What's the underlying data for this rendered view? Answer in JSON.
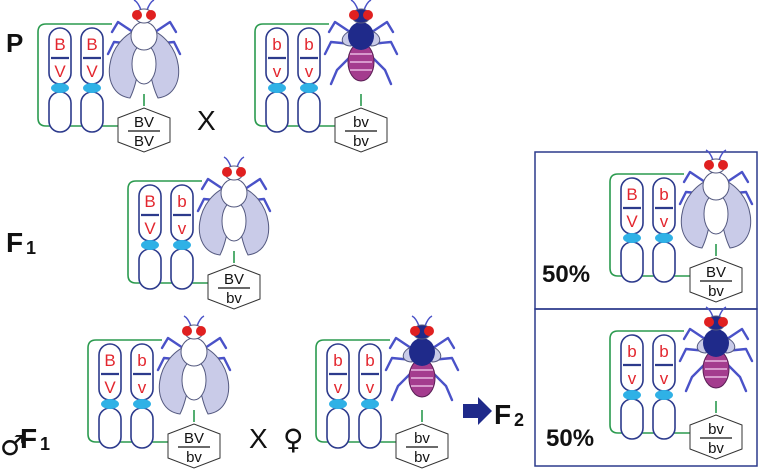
{
  "colors": {
    "line_green": "#2a9a4e",
    "chromosome_outline": "#2c3a8c",
    "band": "#2c3a8c",
    "centromere": "#2fb1e6",
    "allele_red": "#e3262e",
    "wing_fill": "#c9cbe8",
    "body_light": "#ffffff",
    "body_dark": "#1f2a8a",
    "abdomen_purple": "#a43c8e",
    "eye_red": "#e02020",
    "leg_blue": "#4a52c8",
    "arrow_navy": "#1f2a8a",
    "box_border": "#2c3a8c"
  },
  "labels": {
    "p": "P",
    "f1": "F",
    "f1_sub": "1",
    "cross_male_symbol": "♂",
    "cross_female_symbol": "♀",
    "cross_f1": "F",
    "cross_f1_sub": "1",
    "f2": "F",
    "f2_sub": "2",
    "cross_sign": "X"
  },
  "results": {
    "top_pct": "50%",
    "bottom_pct": "50%"
  },
  "flies": [
    {
      "id": "p-left",
      "chrom1": [
        "B",
        "V"
      ],
      "chrom2": [
        "B",
        "V"
      ],
      "geno_top": "BV",
      "geno_bottom": "BV",
      "phenotype": "gray-long-wing"
    },
    {
      "id": "p-right",
      "chrom1": [
        "b",
        "v"
      ],
      "chrom2": [
        "b",
        "v"
      ],
      "geno_top": "bv",
      "geno_bottom": "bv",
      "phenotype": "black-vestigial"
    },
    {
      "id": "f1",
      "chrom1": [
        "B",
        "V"
      ],
      "chrom2": [
        "b",
        "v"
      ],
      "geno_top": "BV",
      "geno_bottom": "bv",
      "phenotype": "gray-long-wing"
    },
    {
      "id": "cross-male",
      "chrom1": [
        "B",
        "V"
      ],
      "chrom2": [
        "b",
        "v"
      ],
      "geno_top": "BV",
      "geno_bottom": "bv",
      "phenotype": "gray-long-wing"
    },
    {
      "id": "cross-female",
      "chrom1": [
        "b",
        "v"
      ],
      "chrom2": [
        "b",
        "v"
      ],
      "geno_top": "bv",
      "geno_bottom": "bv",
      "phenotype": "black-vestigial"
    },
    {
      "id": "f2-top",
      "chrom1": [
        "B",
        "V"
      ],
      "chrom2": [
        "b",
        "v"
      ],
      "geno_top": "BV",
      "geno_bottom": "bv",
      "phenotype": "gray-long-wing"
    },
    {
      "id": "f2-bottom",
      "chrom1": [
        "b",
        "v"
      ],
      "chrom2": [
        "b",
        "v"
      ],
      "geno_top": "bv",
      "geno_bottom": "bv",
      "phenotype": "black-vestigial"
    }
  ]
}
